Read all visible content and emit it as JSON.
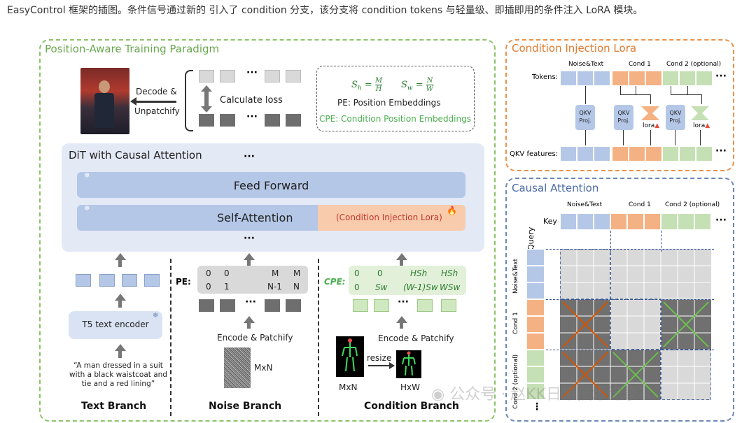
{
  "caption": "EasyControl 框架的插图。条件信号通过新的 引入了 condition 分支，该分支将 condition tokens 与轻量级、即插即用的条件注入 LoRA 模块。",
  "left_panel": {
    "title": "Position-Aware Training Paradigm",
    "decode_label": "Decode &",
    "unpatchify_label": "Unpatchify",
    "loss_label": "Calculate loss",
    "ellipsis": "···",
    "formula_sh": "S",
    "formula_sh_sub": "h",
    "formula_sh_rhs_num": "M",
    "formula_sh_rhs_den": "H",
    "formula_sw": "S",
    "formula_sw_sub": "w",
    "formula_sw_rhs_num": "N",
    "formula_sw_rhs_den": "W",
    "pe_desc": "PE: Position Embeddings",
    "cpe_desc": "CPE: Condition Position Embeddings",
    "dit_title": "DiT with Causal Attention",
    "feed_forward": "Feed Forward",
    "self_attention": "Self-Attention",
    "condition_lora": "(Condition Injection Lora)",
    "text_encoder": "T5 text encoder",
    "prompt": "“A man dressed in a suit with a black waistcoat and tie and a red lining”",
    "text_branch": "Text Branch",
    "noise_branch": "Noise Branch",
    "condition_branch": "Condition Branch",
    "pe_label": "PE:",
    "pe_row1": [
      "0",
      "0",
      "M",
      "M"
    ],
    "pe_row2": [
      "0",
      "1",
      "N-1",
      "N"
    ],
    "cpe_label": "CPE:",
    "cpe_row1": [
      "0",
      "0",
      "HSh",
      "HSh"
    ],
    "cpe_row2": [
      "0",
      "Sw",
      "(W-1)Sw",
      "WSw"
    ],
    "encode_patchify_1": "Encode & Patchify",
    "encode_patchify_2": "Encode & Patchify",
    "mxn_label": "MxN",
    "mxn_label2": "MxN",
    "hxw_label": "HxW",
    "resize_label": "resize"
  },
  "lora_panel": {
    "title": "Condition Injection Lora",
    "col_noise": "Noise&Text",
    "col_cond1": "Cond 1",
    "col_cond2": "Cond 2 (optional)",
    "tokens_label": "Tokens:",
    "qkv_features_label": "QKV features:",
    "qkv_proj": "QKV Proj.",
    "lora_label": "lora"
  },
  "causal_panel": {
    "title": "Causal Attention",
    "col_noise": "Noise&Text",
    "col_cond1": "Cond 1",
    "col_cond2": "Cond 2 (optional)",
    "key_label": "Key",
    "query_label": "Query",
    "row_noise": "Noise&Text",
    "row_cond1": "Cond 1",
    "row_cond2": "Cond 2 (optional)"
  },
  "watermark": "公众号 · 赵KK日常技术记录",
  "colors": {
    "green_border": "#8cc36b",
    "orange_border": "#e8924a",
    "blue_border": "#6d87b8",
    "blue_token": "#b4c7e7",
    "orange_token": "#f4b183",
    "green_token": "#c5e0b4",
    "grey_cell": "#d9d9d9",
    "dark_cell": "#707070"
  }
}
